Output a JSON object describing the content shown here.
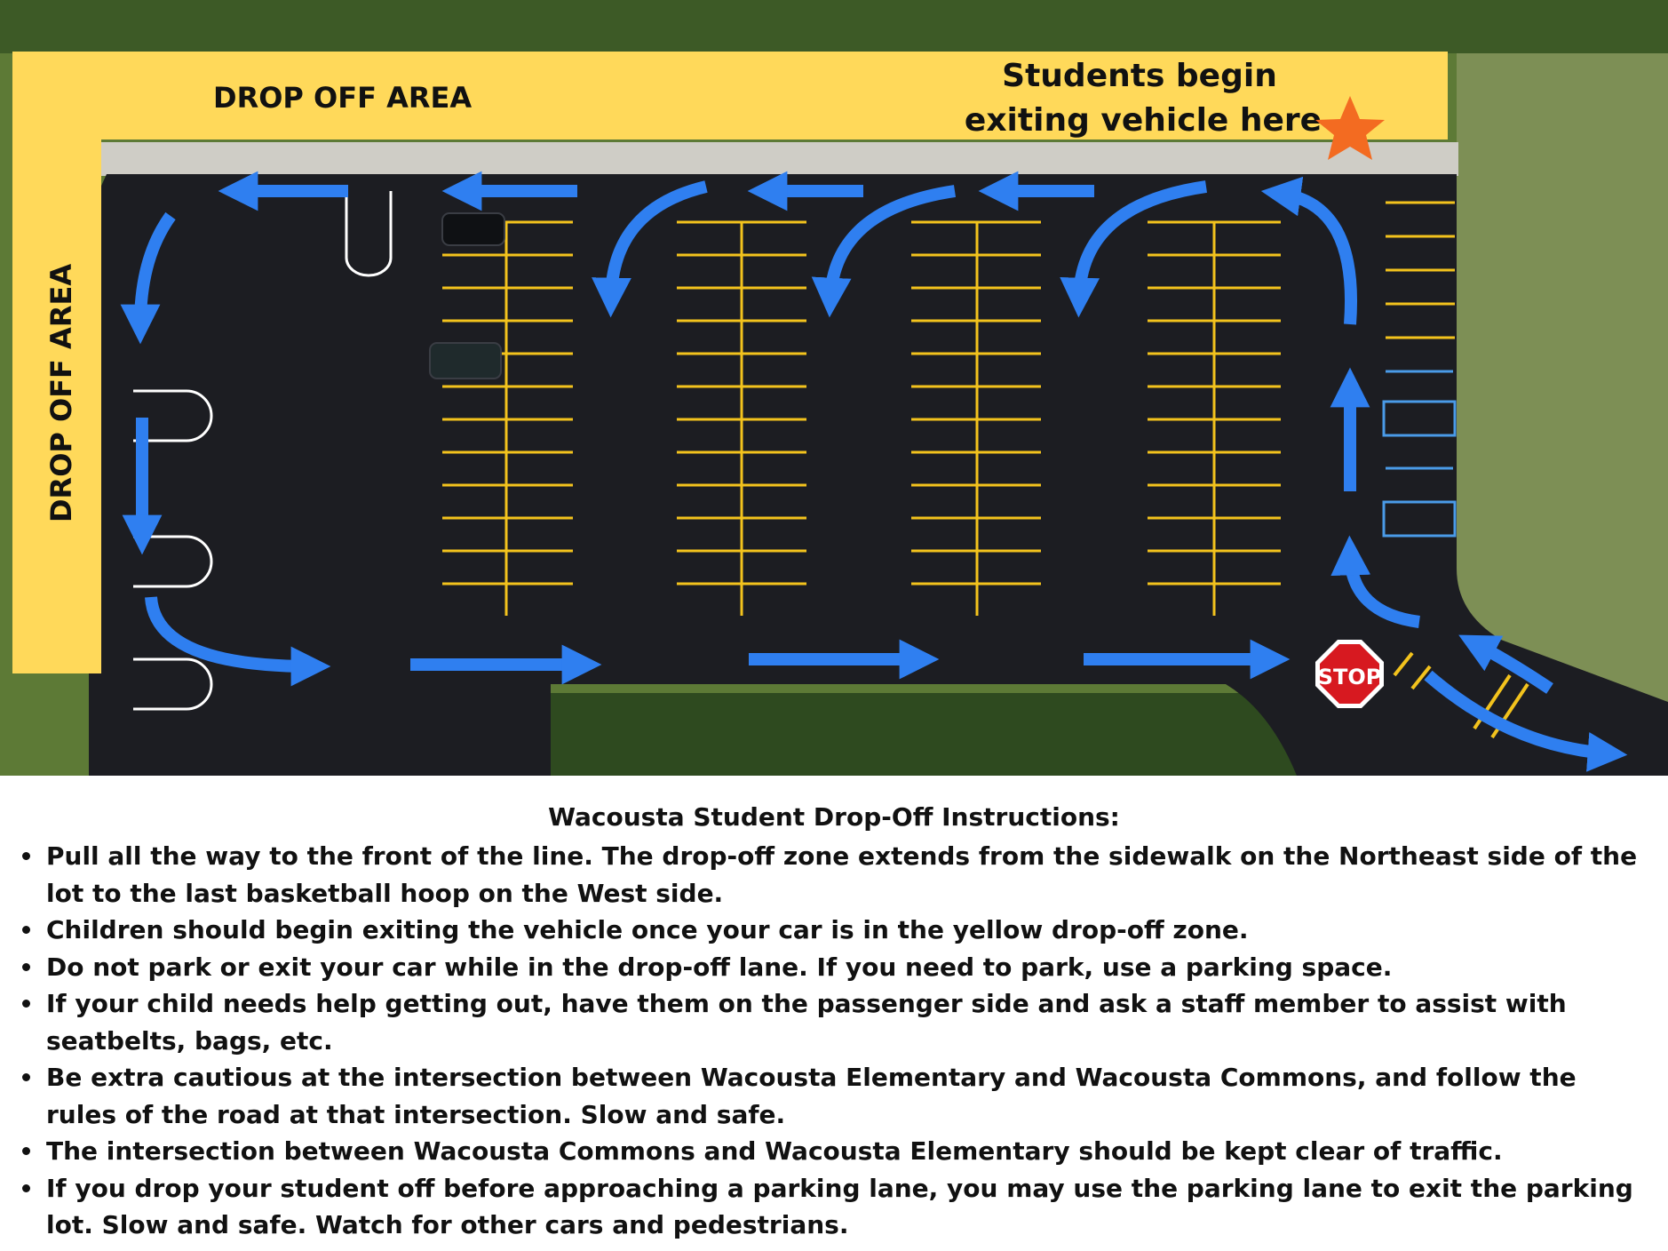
{
  "map": {
    "label_top": "DROP OFF AREA",
    "label_left": "DROP OFF AREA",
    "callout_line1": "Students begin",
    "callout_line2": "exiting vehicle here",
    "stop_sign": "STOP",
    "colors": {
      "drop_zone": "#ffd95a",
      "arrow": "#2f7ff0",
      "asphalt": "#1c1d22",
      "star": "#f36b21",
      "stop": "#d71920",
      "parking_lines": "#f3c31d",
      "grass": "#5d7a36"
    },
    "icons": [
      "orange-star-icon",
      "stop-sign-icon",
      "flow-arrow-icon"
    ]
  },
  "instructions": {
    "title": "Wacousta Student Drop-Off Instructions:",
    "items": [
      "Pull all the way to the front of the line. The drop-off zone extends from the sidewalk on the Northeast side of the lot to the last basketball hoop on the West side.",
      "Children should begin exiting the vehicle once your car is in the yellow drop-off zone.",
      "Do not park or exit your car while in the drop-off lane. If you need to park, use a parking space.",
      "If your child needs help getting out, have them on the passenger side and ask a staff member to assist with seatbelts, bags, etc.",
      "Be extra cautious at the intersection between Wacousta Elementary and Wacousta Commons, and follow the rules of the road at that intersection. Slow and safe.",
      "The intersection between Wacousta Commons and Wacousta Elementary should be kept clear of traffic.",
      "If you drop your student off before approaching a parking lane, you may use the parking lane to exit the parking lot. Slow and safe. Watch for other cars and pedestrians."
    ]
  }
}
